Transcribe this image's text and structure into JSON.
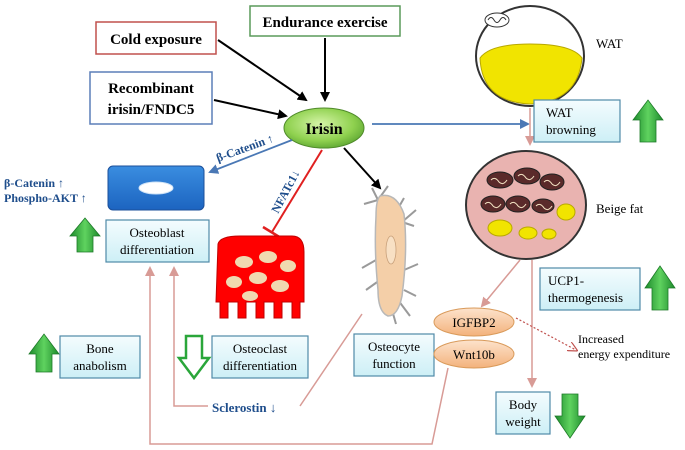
{
  "inputs": {
    "cold_exposure": "Cold exposure",
    "endurance_exercise": "Endurance exercise",
    "recombinant_line1": "Recombinant",
    "recombinant_line2": "irisin/FNDC5"
  },
  "center": {
    "irisin": "Irisin"
  },
  "labels": {
    "beta_catenin_arrow": "β-Catenin ↑",
    "beta_catenin_left": "β-Catenin ↑",
    "phospho_akt": "Phospho-AKT ↑",
    "nfatc1": "NFATc1↓",
    "sclerostin": "Sclerostin ↓",
    "wat": "WAT",
    "beige_fat": "Beige fat",
    "energy_line1": "Increased",
    "energy_line2": "energy expenditure"
  },
  "boxes": {
    "osteoblast_line1": "Osteoblast",
    "osteoblast_line2": "differentiation",
    "osteoclast_line1": "Osteoclast",
    "osteoclast_line2": "differentiation",
    "osteocyte_line1": "Osteocyte",
    "osteocyte_line2": "function",
    "bone_line1": "Bone",
    "bone_line2": "anabolism",
    "wat_browning_line1": "WAT",
    "wat_browning_line2": "browning",
    "ucp1_line1": "UCP1-",
    "ucp1_line2": "thermogenesis",
    "body_weight_line1": "Body",
    "body_weight_line2": "weight"
  },
  "pills": {
    "igfbp2": "IGFBP2",
    "wnt10b": "Wnt10b"
  },
  "colors": {
    "green_arrow": "#2aa63a",
    "irisin_green": "#8fd14f",
    "teal_box": "#dff4f8",
    "blue_text": "#1f4e8c",
    "red_inhibit": "#e02020",
    "pink_line": "#d89b96",
    "wat_yellow": "#f1e400",
    "beige_fill": "#e9b3b0",
    "osteoclast_red": "#ff0000",
    "pill_orange": "#f8c9a0"
  },
  "icons": {
    "up_arrows": [
      "osteoblast-up-arrow-icon",
      "bone-anabolism-up-arrow-icon",
      "wat-browning-up-arrow-icon",
      "ucp1-up-arrow-icon"
    ],
    "down_arrows": [
      "osteoclast-down-arrow-icon",
      "body-weight-down-arrow-icon"
    ]
  }
}
